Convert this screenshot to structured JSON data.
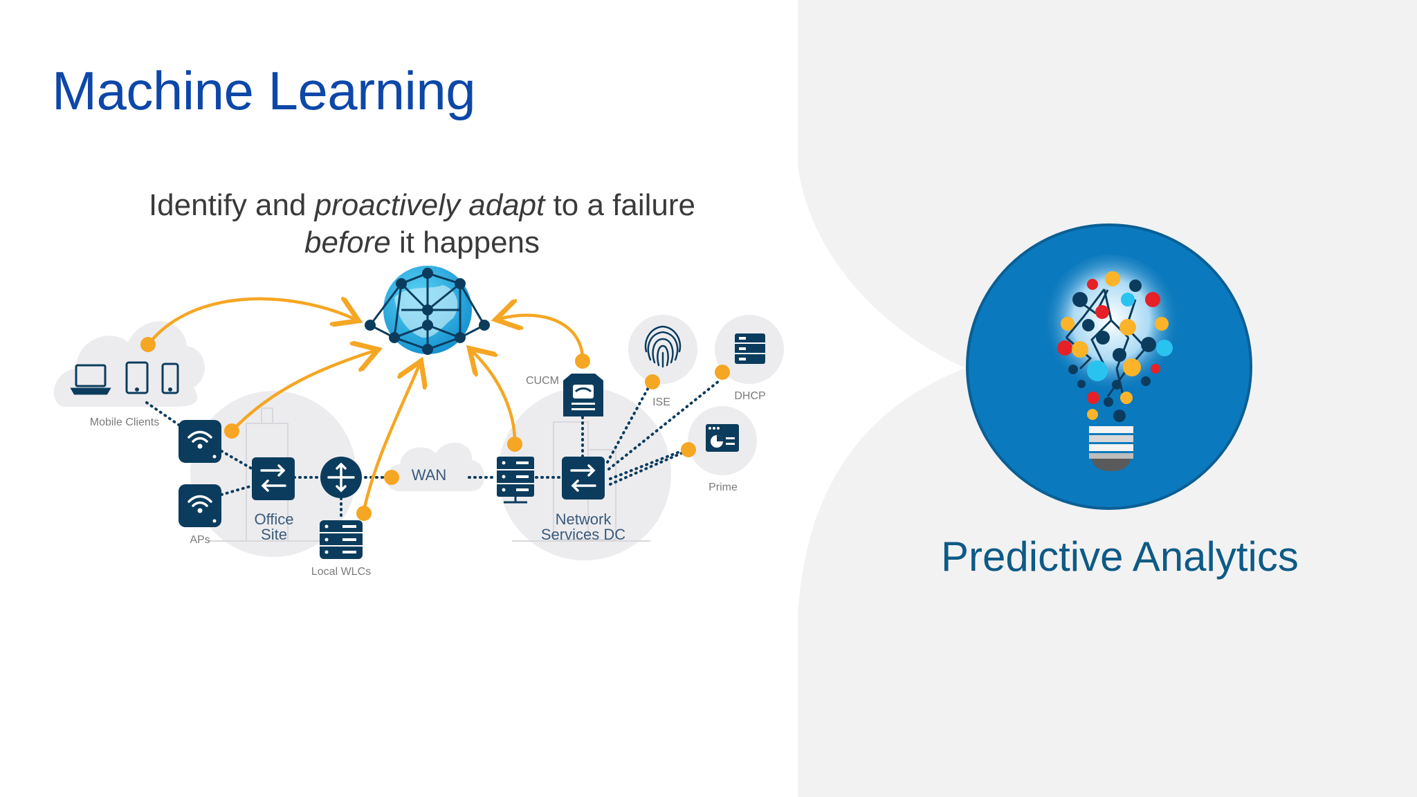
{
  "slide": {
    "title": "Machine Learning",
    "subtitle_line1": [
      "Identify and ",
      "proactively adapt",
      " to a failure"
    ],
    "subtitle_line2": [
      "before",
      " it happens"
    ],
    "right_caption": "Predictive Analytics"
  },
  "diagram": {
    "labels": {
      "mobile_clients": "Mobile Clients",
      "aps": "APs",
      "office_site": [
        "Office",
        "Site"
      ],
      "local_wlcs": "Local WLCs",
      "wan": "WAN",
      "cucm": "CUCM",
      "ise": "ISE",
      "dhcp": "DHCP",
      "prime": "Prime",
      "network_services_dc": [
        "Network",
        "Services DC"
      ]
    }
  },
  "colors": {
    "title": "#0d47a8",
    "navy_icon": "#0b3c5d",
    "accent_orange": "#f5a623",
    "globe_blue": "#17a3dc",
    "bulb_circle": "#0b79bd",
    "right_panel": "#f2f2f3"
  },
  "icons": [
    "laptop-icon",
    "tablet-icon",
    "phone-icon",
    "wifi-icon",
    "switch-icon",
    "router-icon",
    "server-icon",
    "phone-desk-icon",
    "fingerprint-icon",
    "database-icon",
    "dashboard-icon",
    "globe-icon",
    "lightbulb-icon"
  ]
}
